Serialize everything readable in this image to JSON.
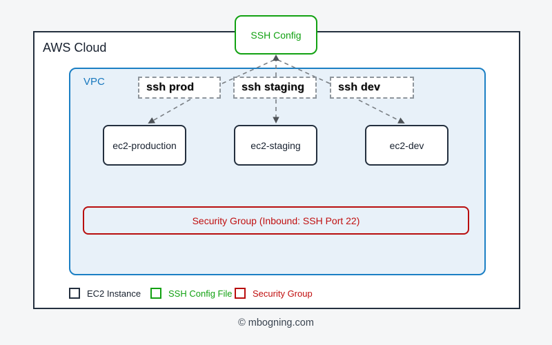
{
  "diagram": {
    "aws_cloud_label": "AWS Cloud",
    "vpc_label": "VPC",
    "ssh_config_label": "SSH Config",
    "ssh_profiles": [
      {
        "label": "ssh prod"
      },
      {
        "label": "ssh staging"
      },
      {
        "label": "ssh dev"
      }
    ],
    "ec2_instances": [
      {
        "label": "ec2-production"
      },
      {
        "label": "ec2-staging"
      },
      {
        "label": "ec2-dev"
      }
    ],
    "security_group_label": "Security Group (Inbound: SSH Port 22)"
  },
  "legend": {
    "items": [
      {
        "label": "EC2 Instance",
        "color": "#232f3e",
        "text_color": "#17202e"
      },
      {
        "label": "SSH Config File",
        "color": "#12a112",
        "text_color": "#12a112"
      },
      {
        "label": "Security Group",
        "color": "#b80d0d",
        "text_color": "#c00f0f"
      }
    ]
  },
  "footer": {
    "copyright": "© mbogning.com"
  },
  "colors": {
    "background": "#f5f6f7",
    "aws_border": "#232f3e",
    "vpc_border": "#1b7fc4",
    "vpc_fill": "#e8f1f9",
    "ssh_config_green": "#12a112",
    "security_red": "#b80d0d",
    "connector_gray": "#7a7f84"
  }
}
